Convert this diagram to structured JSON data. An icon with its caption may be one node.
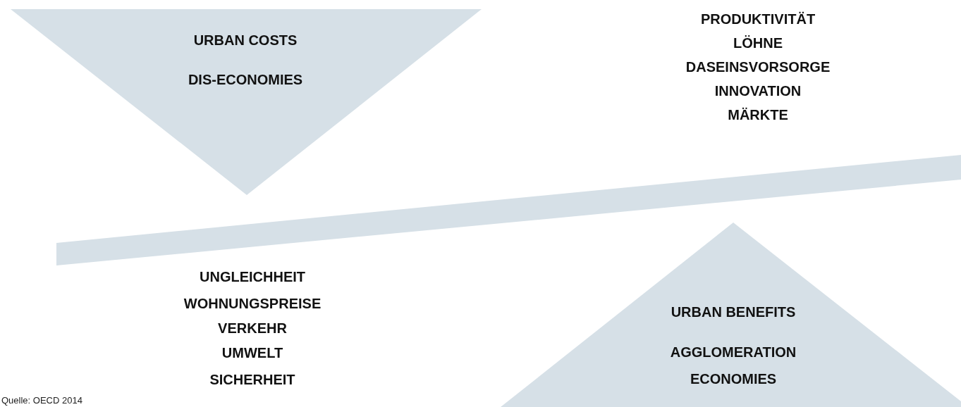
{
  "diagram": {
    "caption": "Quelle: OECD 2014",
    "nodes": [
      {
        "text": [
          "URBAN COSTS",
          "DIS-ECONOMIES"
        ]
      },
      {
        "text": [],
        "shape": "bar"
      },
      {
        "text": [
          "URBAN BENEFITS",
          "AGGLOMERATION ECONOMIES"
        ]
      }
    ],
    "edges": [],
    "labels": [
      "PRODUKTIVITÄT",
      "LÖHNE",
      "DASEINSVORSORGE",
      "INNOVATION",
      "MÄRKTE",
      "UNGLEICHHEIT",
      "WOHNUNGSPREISE",
      "VERKEHR",
      "UMWELT",
      "SICHERHEIT"
    ]
  }
}
